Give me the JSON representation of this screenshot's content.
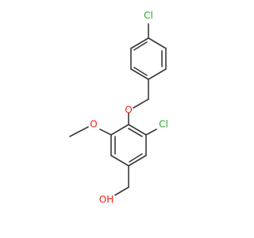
{
  "molecule": {
    "colors": {
      "bond": "#3a3a3a",
      "chlorine": "#22aa22",
      "oxygen": "#ee2211"
    },
    "atoms": {
      "cl_top": "Cl",
      "o_ether": "O",
      "cl_ring": "Cl",
      "o_methoxy": "O",
      "oh": "OH"
    }
  }
}
